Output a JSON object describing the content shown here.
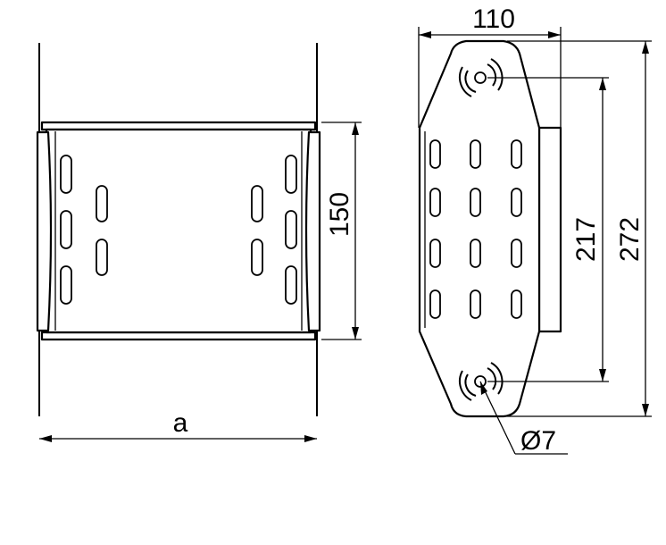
{
  "drawing": {
    "labels": {
      "length": "a",
      "height_left": "150",
      "width_top": "110",
      "hole_spacing": "217",
      "total_height": "272",
      "hole_diameter": "Ø7"
    },
    "colors": {
      "line": "#000000",
      "background": "#ffffff"
    }
  }
}
